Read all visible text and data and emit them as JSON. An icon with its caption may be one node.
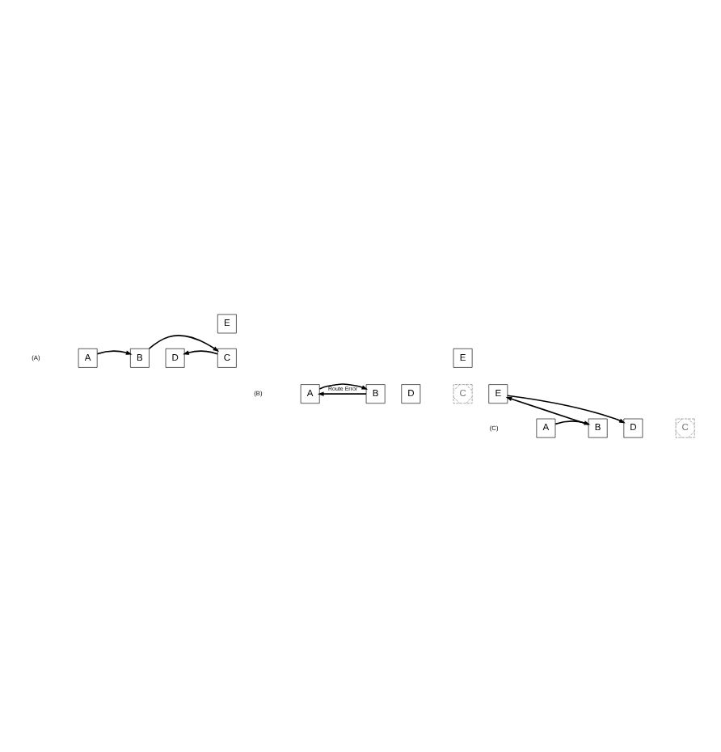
{
  "diagram": {
    "nodes": [
      {
        "text": [
          "E"
        ]
      },
      {
        "text": [
          "A"
        ]
      },
      {
        "text": [
          "B"
        ]
      },
      {
        "text": [
          "C"
        ]
      },
      {
        "text": [
          "D"
        ]
      },
      {
        "text": [
          "E"
        ]
      },
      {
        "text": [
          "A"
        ]
      },
      {
        "text": [
          "B"
        ]
      },
      {
        "text": [
          "C"
        ]
      },
      {
        "text": [
          "D"
        ]
      },
      {
        "text": [
          "E"
        ]
      },
      {
        "text": [
          "A"
        ]
      },
      {
        "text": [
          "B"
        ]
      },
      {
        "text": [
          "C"
        ]
      },
      {
        "text": [
          "D"
        ]
      }
    ],
    "edges": [
      {
        "from": 1,
        "to": 2,
        "arrow": "to"
      },
      {
        "from": 2,
        "to": 3,
        "arrow": "to"
      },
      {
        "from": 3,
        "to": 4,
        "arrow": "to"
      },
      {
        "from": 7,
        "to": 6,
        "arrow": "to",
        "label": "Route Error"
      },
      {
        "from": 6,
        "to": 7,
        "arrow": "to"
      },
      {
        "from": 11,
        "to": 12,
        "arrow": "to"
      },
      {
        "from": 12,
        "to": 10,
        "arrow": "to"
      },
      {
        "from": 10,
        "to": 14,
        "arrow": "to"
      }
    ],
    "labels": [
      "(A)",
      "(B)",
      "(C)"
    ]
  }
}
